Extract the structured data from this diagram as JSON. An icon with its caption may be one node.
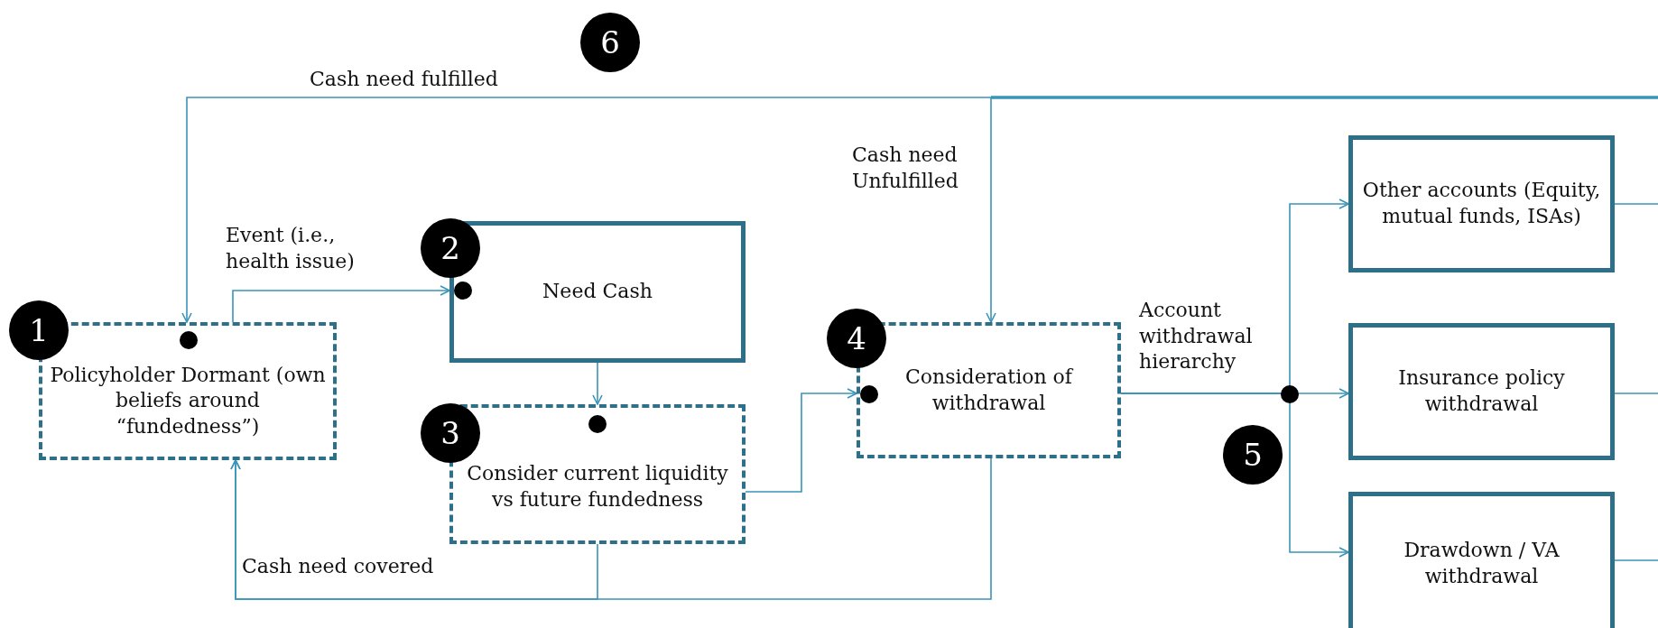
{
  "diagram": {
    "nodes": [
      {
        "text": [
          "Policyholder Dormant (own beliefs around “fundedness”)"
        ]
      },
      {
        "text": [
          "Need Cash"
        ]
      },
      {
        "text": [
          "Consider current liquidity vs future fundedness"
        ]
      },
      {
        "text": [
          "Consideration of withdrawal"
        ]
      },
      {
        "text": [
          "Other accounts (Equity, mutual funds, ISAs)"
        ]
      },
      {
        "text": [
          "Insurance policy withdrawal"
        ]
      },
      {
        "text": [
          "Drawdown / VA withdrawal"
        ]
      }
    ],
    "edges": [
      {
        "from": null,
        "to": 0,
        "arrow": "to",
        "label": "Cash need fulfilled"
      },
      {
        "from": null,
        "to": 3,
        "arrow": "to",
        "label": "Cash need Unfulfilled"
      },
      {
        "from": 0,
        "to": 1,
        "arrow": "to",
        "label": "Event (i.e., health issue)"
      },
      {
        "from": 1,
        "to": 2,
        "arrow": "to"
      },
      {
        "from": 2,
        "to": 3,
        "arrow": "to"
      },
      {
        "from": 2,
        "to": 0,
        "arrow": "to",
        "label": "Cash need covered"
      },
      {
        "from": 3,
        "to": 0,
        "arrow": "to"
      },
      {
        "from": 3,
        "to": 4,
        "arrow": "to"
      },
      {
        "from": 3,
        "to": 5,
        "arrow": "to",
        "label": "Account withdrawal hierarchy"
      },
      {
        "from": 3,
        "to": 6,
        "arrow": "to"
      },
      {
        "from": 4,
        "to": null,
        "arrow": "none"
      },
      {
        "from": 5,
        "to": null,
        "arrow": "none"
      },
      {
        "from": 6,
        "to": null,
        "arrow": "none"
      }
    ],
    "labels": [
      "6",
      "2",
      "1",
      "4",
      "3",
      "5"
    ]
  }
}
